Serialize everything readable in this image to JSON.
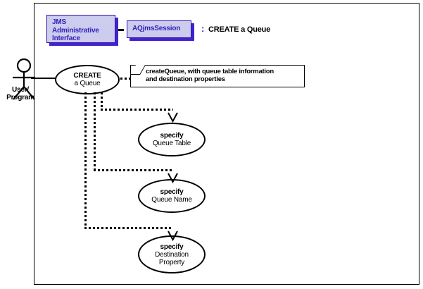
{
  "diagram": {
    "title": "JMS Administrative Interface - AQjmsSession : CREATE a Queue",
    "header": {
      "class_box_1": "JMS\nAdministrative\nInterface",
      "class_box_1_lines": [
        "JMS",
        "Administrative",
        "Interface"
      ],
      "separator": "-",
      "class_box_2": "AQjmsSession",
      "colon": ":",
      "title_text": "CREATE a Queue",
      "box_fill": "#ccccee",
      "box_text_color": "#3322bb",
      "box_shadow_color": "#4422cc"
    },
    "actor": {
      "label_line_1": "User/",
      "label_line_2": "Program",
      "icon": "stick-figure-actor"
    },
    "use_cases": [
      {
        "id": "create-a-queue",
        "line1": "CREATE",
        "line2": "a Queue"
      },
      {
        "id": "specify-queue-table",
        "line1": "specify",
        "line2": "Queue Table"
      },
      {
        "id": "specify-queue-name",
        "line1": "specify",
        "line2": "Queue Name"
      },
      {
        "id": "specify-destination-property",
        "line1": "specify",
        "line2": "Destination",
        "line3": "Property"
      }
    ],
    "note": {
      "line1": "createQueue, with queue table information",
      "line2": "and destination properties"
    },
    "relationships": [
      {
        "from": "User/Program",
        "to": "CREATE a Queue",
        "style": "solid-association"
      },
      {
        "from": "CREATE a Queue",
        "to": "createQueue note",
        "style": "dashed-note-anchor"
      },
      {
        "from": "CREATE a Queue",
        "to": "specify Queue Table",
        "style": "dashed-arrow"
      },
      {
        "from": "CREATE a Queue",
        "to": "specify Queue Name",
        "style": "dashed-arrow"
      },
      {
        "from": "CREATE a Queue",
        "to": "specify Destination Property",
        "style": "dashed-arrow"
      }
    ]
  }
}
